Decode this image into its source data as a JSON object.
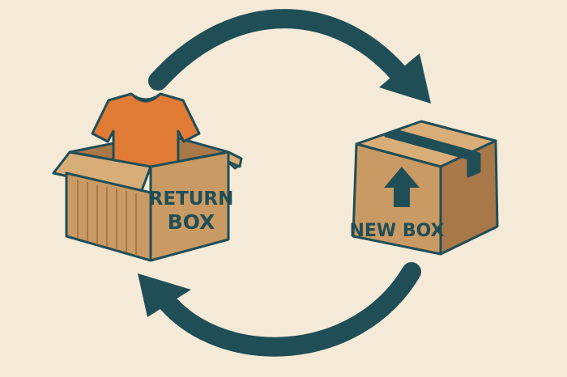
{
  "colors": {
    "background": "#f5ead8",
    "outline": "#1f4e57",
    "cardboard": "#c99a63",
    "cardboard_dark": "#a97848",
    "cardboard_light": "#d9ad78",
    "shirt": "#e07a35",
    "arrow": "#1f4e57"
  },
  "return_box": {
    "label_line1": "RETURN",
    "label_line2": "BOX",
    "contents_icon": "t-shirt-icon"
  },
  "new_box": {
    "label": "NEW BOX",
    "symbol_icon": "up-arrow-icon"
  },
  "cycle": {
    "top_arrow_icon": "clockwise-arrow-icon",
    "bottom_arrow_icon": "counterclockwise-arrow-icon"
  }
}
